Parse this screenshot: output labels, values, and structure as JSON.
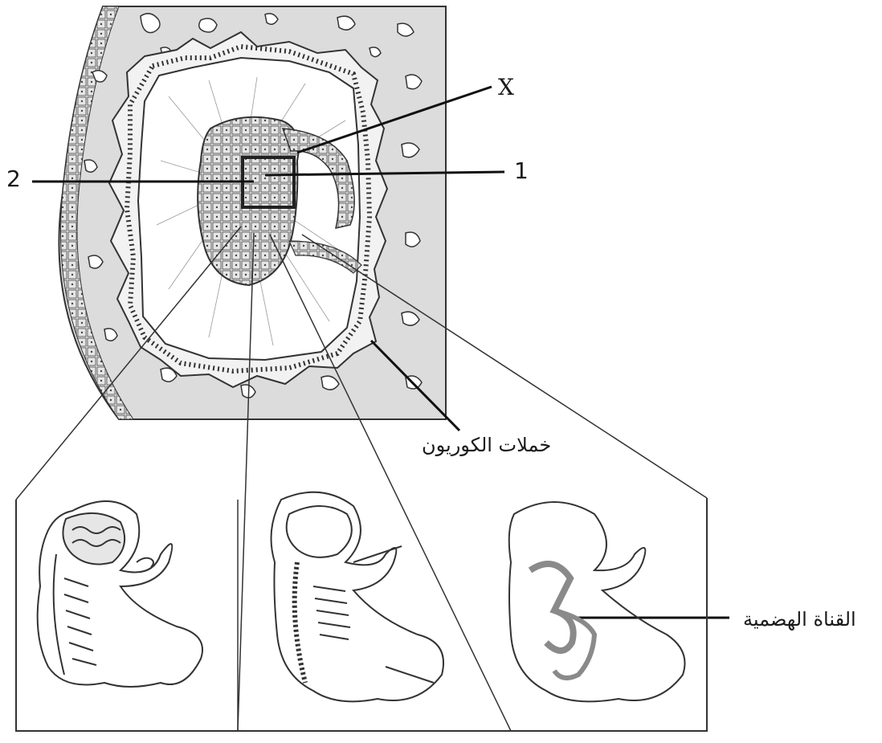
{
  "labels": {
    "x": "X",
    "one": "1",
    "two": "2",
    "chorionic_villi": "خملات الكوريون",
    "digestive_tract": "القناة الهضمية"
  },
  "colors": {
    "tissue_fill": "#dadada",
    "line": "#2b2b2b",
    "background": "#ffffff"
  }
}
